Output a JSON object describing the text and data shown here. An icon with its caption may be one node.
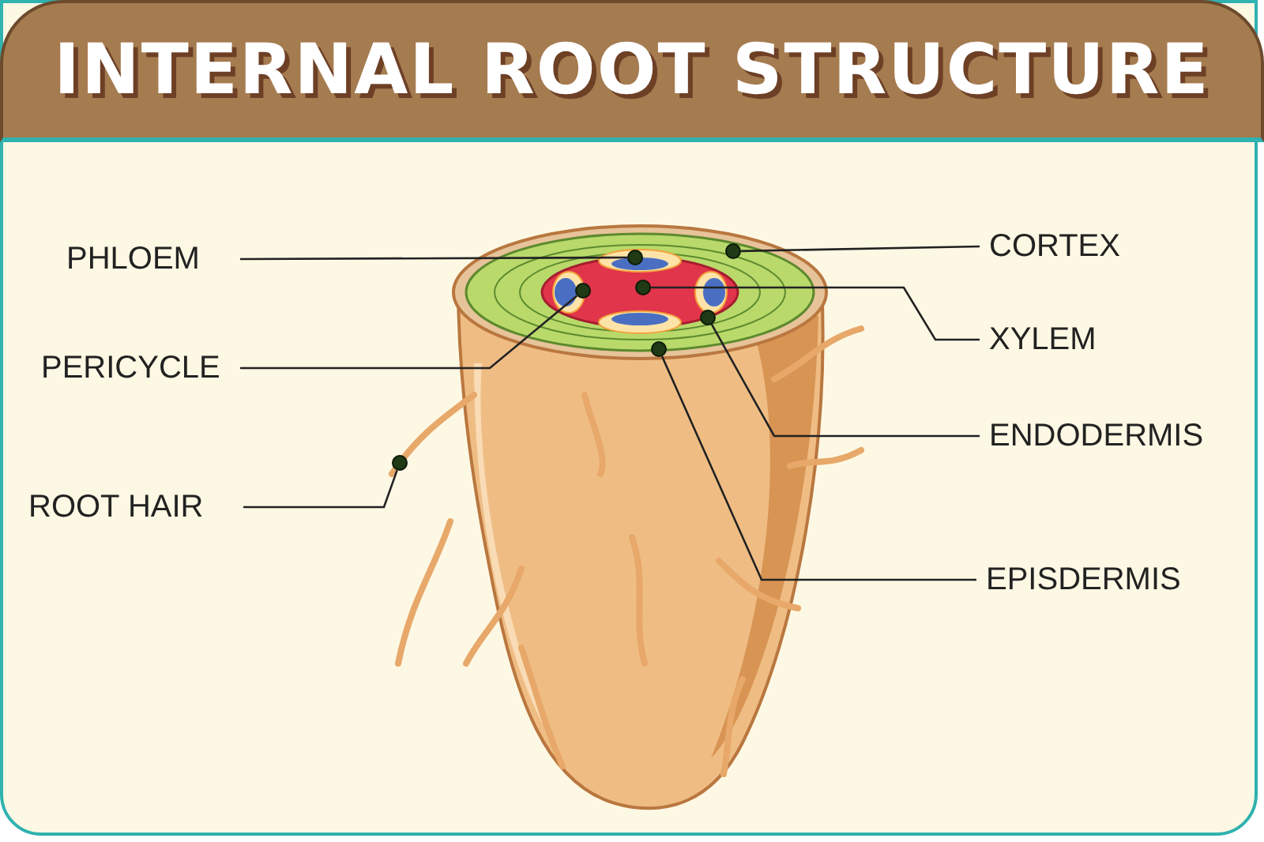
{
  "diagram": {
    "title": "INTERNAL ROOT STRUCTURE",
    "nodes": [
      {
        "text": [
          "PHLOEM"
        ]
      },
      {
        "text": [
          "PERICYCLE"
        ]
      },
      {
        "text": [
          "ROOT HAIR"
        ]
      },
      {
        "text": [
          "CORTEX"
        ]
      },
      {
        "text": [
          "XYLEM"
        ]
      },
      {
        "text": [
          "ENDODERMIS"
        ]
      },
      {
        "text": [
          "EPISDERMIS"
        ]
      },
      {
        "text": [],
        "shape": "circle"
      },
      {
        "text": [],
        "shape": "circle"
      },
      {
        "text": [],
        "shape": "circle"
      },
      {
        "text": [],
        "shape": "circle"
      },
      {
        "text": [],
        "shape": "circle"
      },
      {
        "text": [],
        "shape": "circle"
      },
      {
        "text": [],
        "shape": "circle"
      }
    ],
    "edges": [
      {
        "from": 0,
        "to": 7,
        "arrow": "none"
      },
      {
        "from": 1,
        "to": 8,
        "arrow": "none"
      },
      {
        "from": 2,
        "to": 9,
        "arrow": "none"
      },
      {
        "from": 3,
        "to": 10,
        "arrow": "none"
      },
      {
        "from": 4,
        "to": 11,
        "arrow": "none"
      },
      {
        "from": 5,
        "to": 12,
        "arrow": "none"
      },
      {
        "from": 6,
        "to": 13,
        "arrow": "none"
      }
    ]
  }
}
